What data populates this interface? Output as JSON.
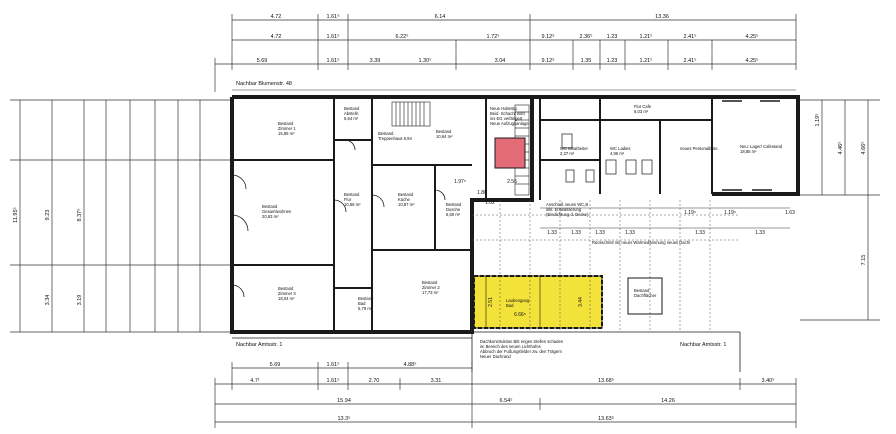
{
  "neighbors": {
    "top": "Nachbar Blumenstr. 48",
    "bottom": "Nachbar Amtsstr. 1",
    "bottom_right": "Nachbar Amtsstr. 1"
  },
  "dimensions": {
    "top_row1": [
      "4.72",
      "1.61⁵",
      "6.14",
      "13.36"
    ],
    "top_row2": [
      "4.72",
      "1.61⁵",
      "6.22⁵",
      "1.72⁵",
      "9.12⁵",
      "2.36⁵",
      "1.23",
      "1.21⁵",
      "2.41⁵",
      "4.25⁵"
    ],
    "top_row3": [
      "5.69",
      "1.61⁵",
      "3.39",
      "1.30⁵",
      "3.04",
      "9.12⁵",
      "1.35",
      "1.23",
      "1.21⁵",
      "2.41⁵",
      "4.25⁵"
    ],
    "bottom_row1": [
      "5.69",
      "1.61⁵",
      "4.88⁵"
    ],
    "bottom_row2": [
      "4.7¹",
      "1.61⁵",
      "2.70",
      "3.31",
      "13.68⁵",
      "3.40⁵"
    ],
    "bottom_row3": [
      "15.94",
      "6.54⁵",
      "14.26"
    ],
    "bottom_row4": [
      "13.3⁵",
      "13.63⁵"
    ],
    "left_totals": [
      "11.95⁵",
      "9.23",
      "8.37⁵",
      "3.34",
      "3.19"
    ],
    "right_totals": [
      "7.15",
      "4.66⁵",
      "4.46⁵",
      "1.19⁵"
    ],
    "mid": [
      "1.33",
      "1.33",
      "1.33",
      "1.33",
      "1.33",
      "1.33",
      "1.19⁵",
      "1.19⁵",
      "1.63",
      "2.56",
      "1.97⁵",
      "1.80",
      "1.02"
    ],
    "passage": [
      "6.66⁵",
      "3.44",
      "2.51"
    ]
  },
  "rooms": [
    {
      "label": "Bestand\nZimmer 1\n15,86 m²"
    },
    {
      "label": "Bestand\nAbstellr.\n5,64 m²"
    },
    {
      "label": "Bestand\nTreppenhaus 9,94\n"
    },
    {
      "label": "Bestand\n10,64 m²"
    },
    {
      "label": "Neue Haltestg.\nBeid. Schacht wird\nins EG verlängert\nNeue Aufzugsanlage"
    },
    {
      "label": "Flur Cafe\n6,03 m²"
    },
    {
      "label": "Neu: Lager/ Cafestand\n18,85 m²"
    },
    {
      "label": "neues Personalbüro"
    },
    {
      "label": "Bestand\nGesamtwohnen\n20,63 m²"
    },
    {
      "label": "Bestand\nFlur\n10,56 m²"
    },
    {
      "label": "Bestand\nKüche\n10,87 m²"
    },
    {
      "label": "Bestand\nDusche\n6,60 m²"
    },
    {
      "label": "Bestand\nZimmer 3\n18,04 m²"
    },
    {
      "label": "Bestand\nBad\n5,79 m²"
    },
    {
      "label": "Bestand\nZimmer 2\n17,73 m²"
    },
    {
      "label": "Laubengang\nBad"
    },
    {
      "label": "Bestand\nDachflächer"
    },
    {
      "label": "WC Mitarbeiter\n2,37 m²"
    },
    {
      "label": "WC Ladies\n4,96 m²"
    }
  ],
  "notes": {
    "passage": "Anschluß neues WC,B\ninkl. Entwässerung\n(Eindichtung d. Decke)",
    "lichtdach": "Rückschnitt mit neuer Wärmedämmung neues Dach/",
    "bottom": "Dachkonstruktion Bitt eriges Stellen schaden\nim Bereich des neuen Lichthofes\nAbbruch der Fußungsfelder zw. den Trägern\nNeuer Dachrand"
  },
  "colors": {
    "walls": "#1a1a1a",
    "highlight_yellow": "#f2e23a",
    "highlight_red": "#e36b77",
    "dim_lines": "#333333"
  }
}
